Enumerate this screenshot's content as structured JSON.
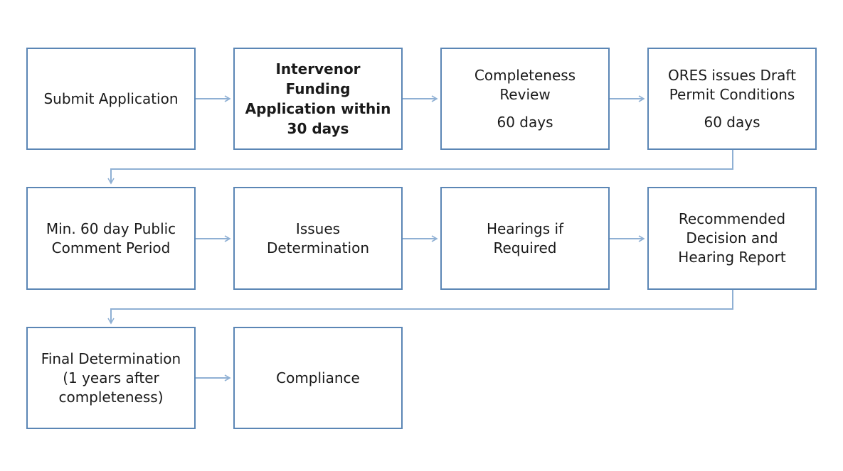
{
  "steps": {
    "submit_application": {
      "line1": "Submit Application"
    },
    "intervenor_funding": {
      "line1": "Intervenor",
      "line2": "Funding",
      "line3": "Application within",
      "line4": "30 days"
    },
    "completeness_review": {
      "line1": "Completeness",
      "line2": "Review",
      "line3": "60 days"
    },
    "draft_permit_conditions": {
      "line1": "ORES issues Draft",
      "line2": "Permit Conditions",
      "line3": "60 days"
    },
    "public_comment_period": {
      "line1": "Min. 60 day Public",
      "line2": "Comment Period"
    },
    "issues_determination": {
      "line1": "Issues",
      "line2": "Determination"
    },
    "hearings": {
      "line1": "Hearings if",
      "line2": "Required"
    },
    "recommended_decision": {
      "line1": "Recommended",
      "line2": "Decision and",
      "line3": "Hearing Report"
    },
    "final_determination": {
      "line1": "Final Determination",
      "line2": "(1 years after",
      "line3": "completeness)"
    },
    "compliance": {
      "line1": "Compliance"
    }
  },
  "colors": {
    "box_border": "#5b86b5",
    "connector": "#8fb0d4",
    "text": "#1a1a1a"
  }
}
